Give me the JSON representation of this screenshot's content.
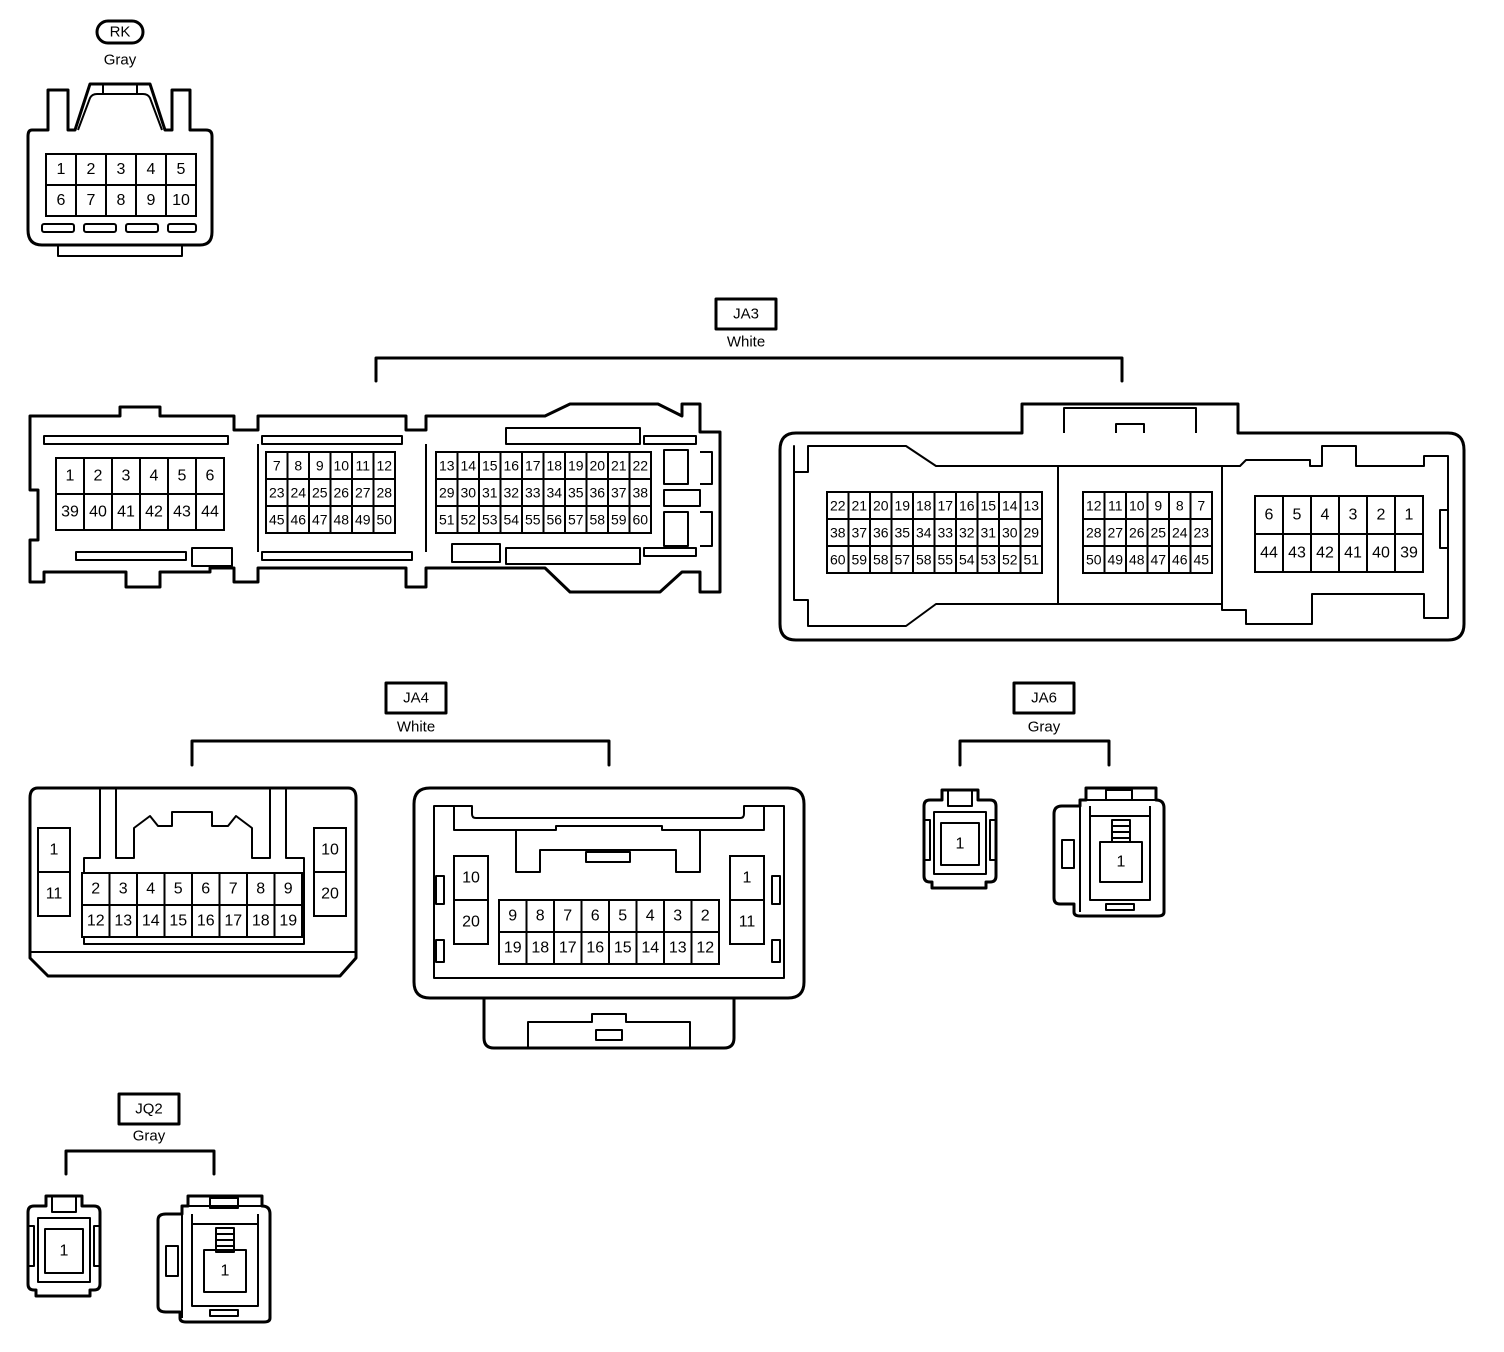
{
  "connectors": {
    "rk": {
      "code": "RK",
      "color": "Gray"
    },
    "ja3": {
      "code": "JA3",
      "color": "White"
    },
    "ja4": {
      "code": "JA4",
      "color": "White"
    },
    "ja6": {
      "code": "JA6",
      "color": "Gray"
    },
    "jq2": {
      "code": "JQ2",
      "color": "Gray"
    }
  },
  "pins": {
    "rk": [
      [
        "1",
        "2",
        "3",
        "4",
        "5"
      ],
      [
        "6",
        "7",
        "8",
        "9",
        "10"
      ]
    ],
    "ja3_left_a": [
      [
        "1",
        "2",
        "3",
        "4",
        "5",
        "6"
      ],
      [
        "39",
        "40",
        "41",
        "42",
        "43",
        "44"
      ]
    ],
    "ja3_left_b": [
      [
        "7",
        "8",
        "9",
        "10",
        "11",
        "12"
      ],
      [
        "23",
        "24",
        "25",
        "26",
        "27",
        "28"
      ],
      [
        "45",
        "46",
        "47",
        "48",
        "49",
        "50"
      ]
    ],
    "ja3_left_c": [
      [
        "13",
        "14",
        "15",
        "16",
        "17",
        "18",
        "19",
        "20",
        "21",
        "22"
      ],
      [
        "29",
        "30",
        "31",
        "32",
        "33",
        "34",
        "35",
        "36",
        "37",
        "38"
      ],
      [
        "51",
        "52",
        "53",
        "54",
        "55",
        "56",
        "57",
        "58",
        "59",
        "60"
      ]
    ],
    "ja3_right_a": [
      [
        "22",
        "21",
        "20",
        "19",
        "18",
        "17",
        "16",
        "15",
        "14",
        "13"
      ],
      [
        "38",
        "37",
        "36",
        "35",
        "34",
        "33",
        "32",
        "31",
        "30",
        "29"
      ],
      [
        "60",
        "59",
        "58",
        "57",
        "58",
        "55",
        "54",
        "53",
        "52",
        "51"
      ]
    ],
    "ja3_right_b": [
      [
        "12",
        "11",
        "10",
        "9",
        "8",
        "7"
      ],
      [
        "28",
        "27",
        "26",
        "25",
        "24",
        "23"
      ],
      [
        "50",
        "49",
        "48",
        "47",
        "46",
        "45"
      ]
    ],
    "ja3_right_c": [
      [
        "6",
        "5",
        "4",
        "3",
        "2",
        "1"
      ],
      [
        "44",
        "43",
        "42",
        "41",
        "40",
        "39"
      ]
    ],
    "ja4_left_side_l": [
      "1",
      "11"
    ],
    "ja4_left_main": [
      [
        "2",
        "3",
        "4",
        "5",
        "6",
        "7",
        "8",
        "9"
      ],
      [
        "12",
        "13",
        "14",
        "15",
        "16",
        "17",
        "18",
        "19"
      ]
    ],
    "ja4_left_side_r": [
      "10",
      "20"
    ],
    "ja4_right_side_l": [
      "10",
      "20"
    ],
    "ja4_right_main": [
      [
        "9",
        "8",
        "7",
        "6",
        "5",
        "4",
        "3",
        "2"
      ],
      [
        "19",
        "18",
        "17",
        "16",
        "15",
        "14",
        "13",
        "12"
      ]
    ],
    "ja4_right_side_r": [
      "1",
      "11"
    ],
    "ja6_pins": [
      "1",
      "1"
    ],
    "jq2_pins": [
      "1",
      "1"
    ]
  }
}
